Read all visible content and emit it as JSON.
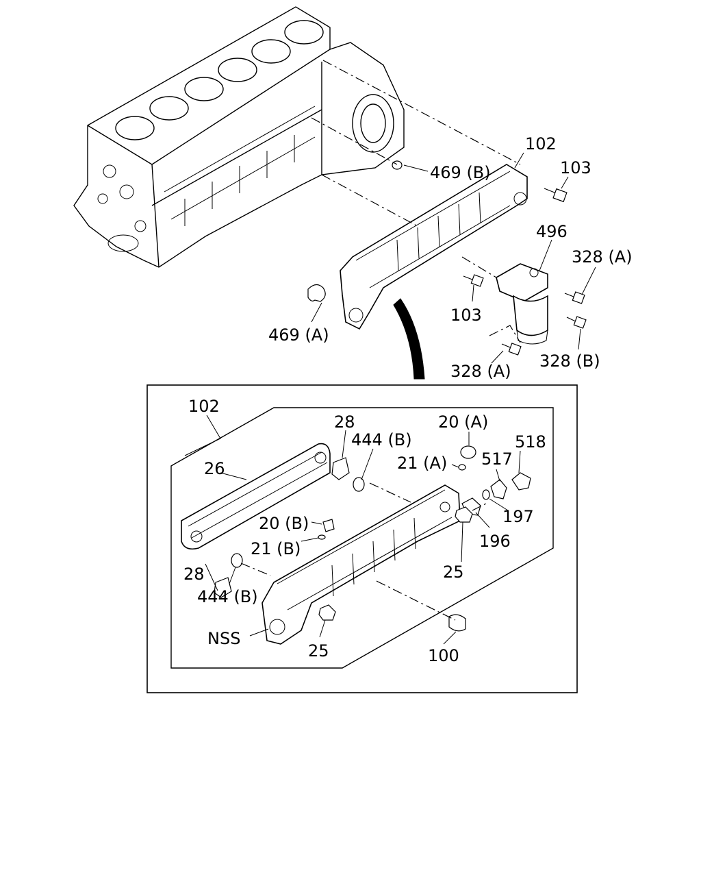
{
  "labels": {
    "top": {
      "l102": "102",
      "l103a": "103",
      "l469b": "469 (B)",
      "l496": "496",
      "l328a_right": "328 (A)",
      "l103b": "103",
      "l469a": "469 (A)",
      "l328b": "328 (B)",
      "l328a_bottom": "328 (A)"
    },
    "detail": {
      "l102": "102",
      "l28_top": "28",
      "l444b_top": "444 (B)",
      "l20a": "20 (A)",
      "l518": "518",
      "l26": "26",
      "l21a": "21 (A)",
      "l517": "517",
      "l20b": "20 (B)",
      "l197": "197",
      "l21b": "21 (B)",
      "l196": "196",
      "l28_bottom": "28",
      "l25_right": "25",
      "l444b_bottom": "444 (B)",
      "lNSS": "NSS",
      "l25_bottom": "25",
      "l100": "100"
    }
  }
}
